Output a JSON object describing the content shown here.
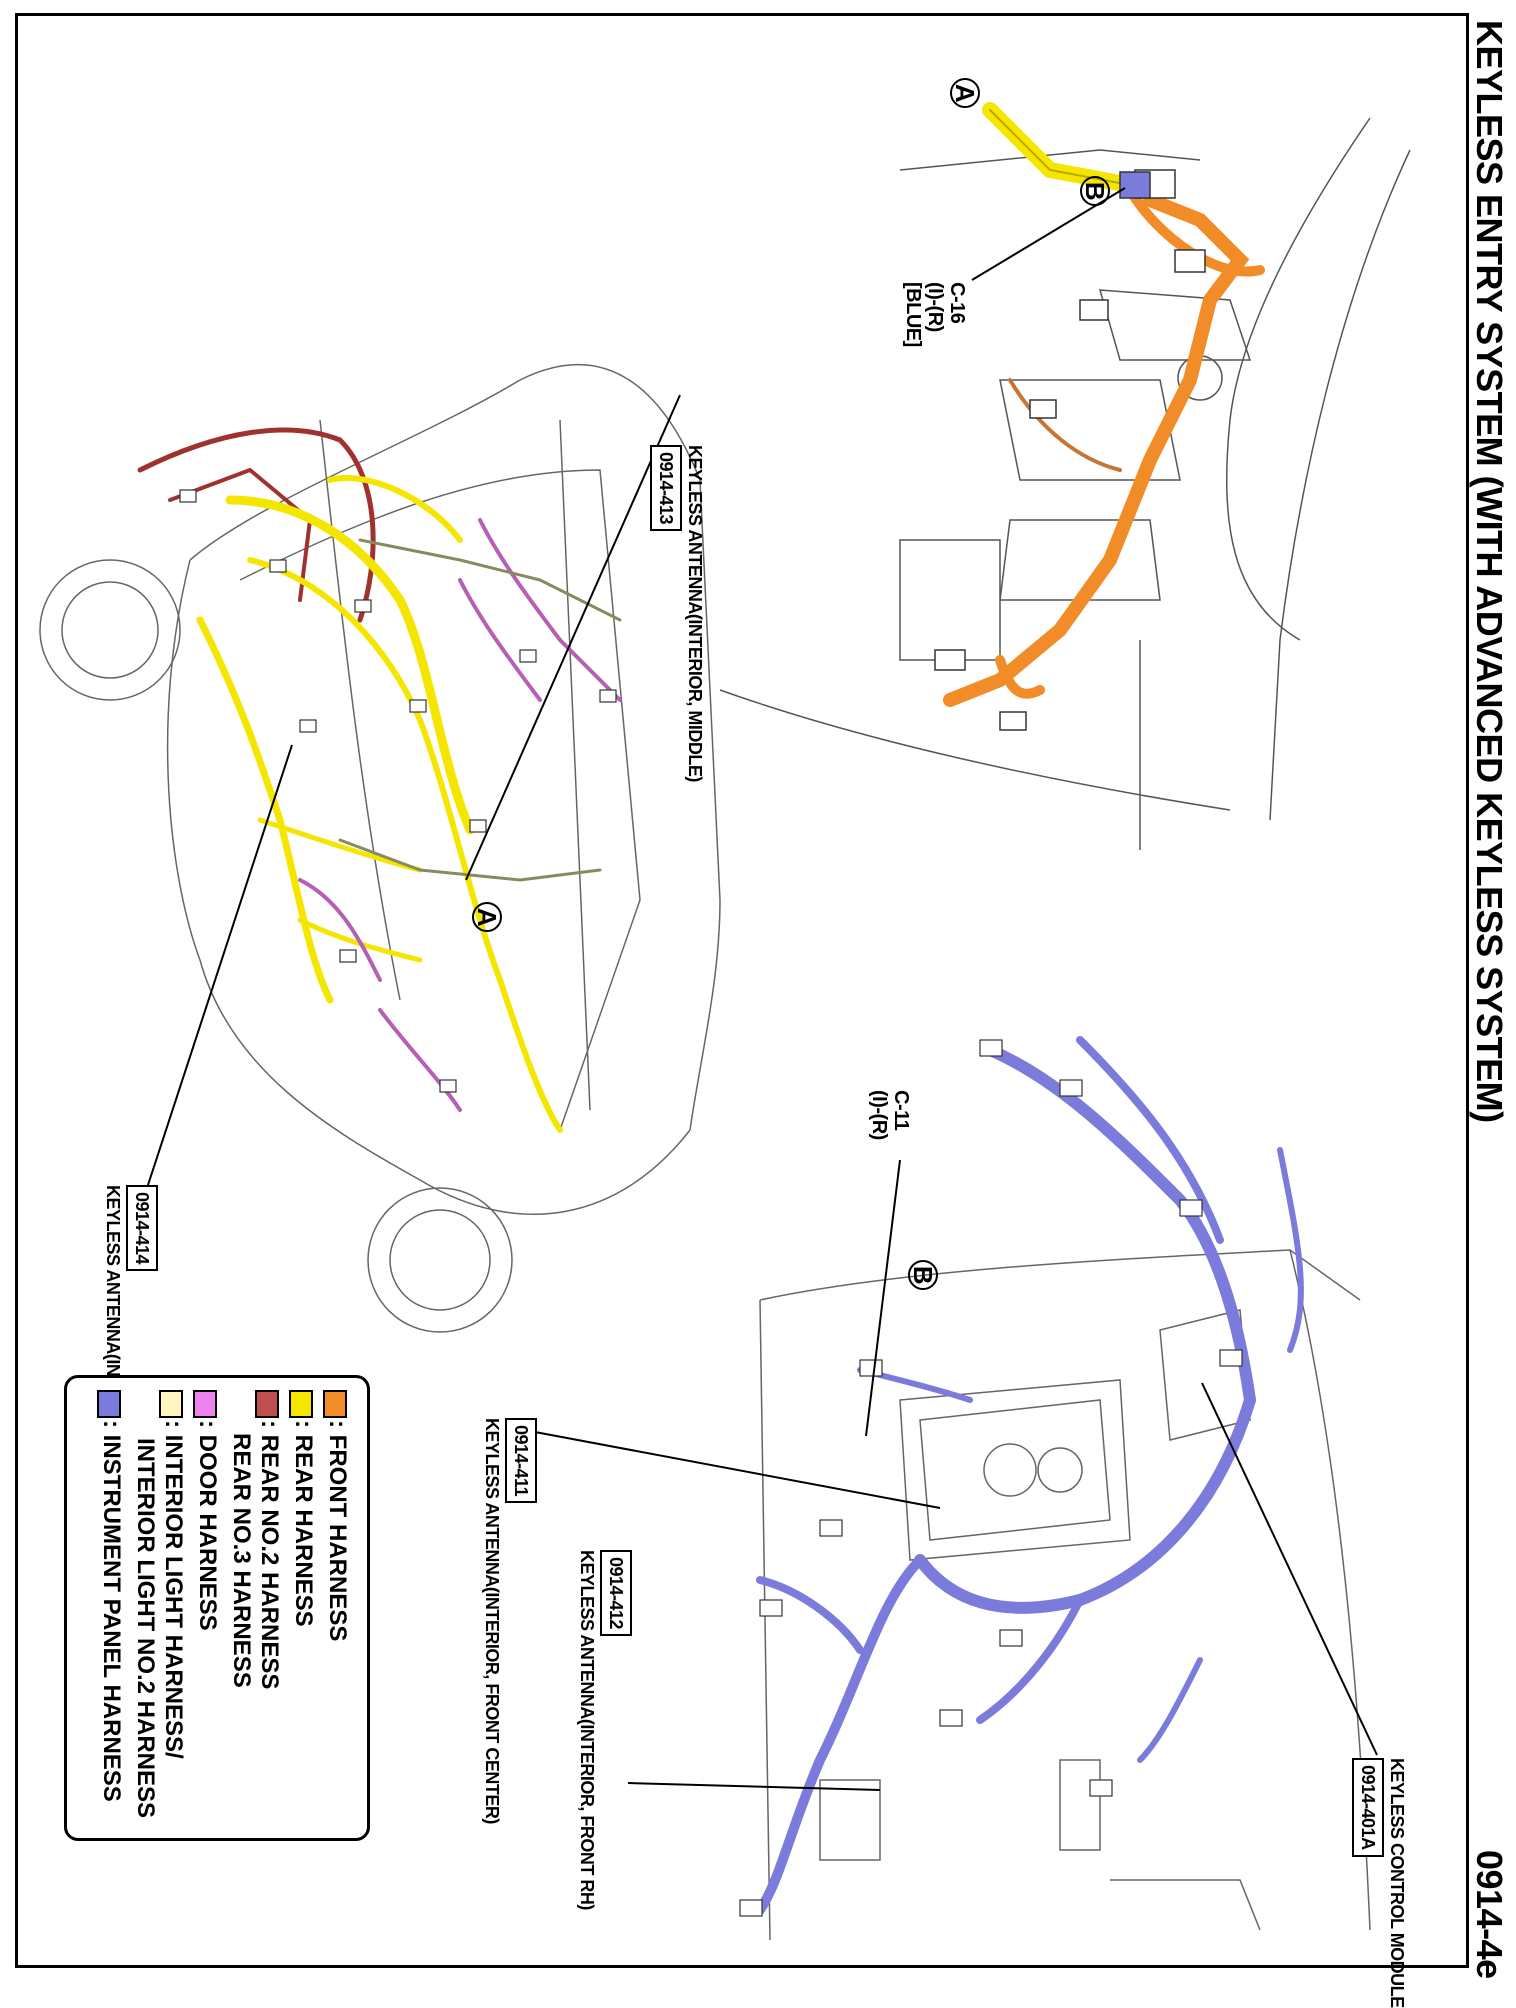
{
  "header": {
    "title": "KEYLESS ENTRY SYSTEM (WITH ADVANCED KEYLESS SYSTEM)",
    "page_code": "0914-4e"
  },
  "callouts": {
    "c16": {
      "id": "C-16",
      "pos": "(I)-(R)",
      "color": "[BLUE]"
    },
    "c11": {
      "id": "C-11",
      "pos": "(I)-(R)"
    },
    "ref_a": "A",
    "ref_b": "B"
  },
  "parts": {
    "middle": {
      "code": "0914-413",
      "name": "KEYLESS ANTENNA(INTERIOR, MIDDLE)"
    },
    "rear": {
      "code": "0914-414",
      "name": "KEYLESS ANTENNA(INTERIOR, REAR)"
    },
    "front_center": {
      "code": "0914-411",
      "name": "KEYLESS ANTENNA(INTERIOR, FRONT CENTER)"
    },
    "front_rh": {
      "code": "0914-412",
      "name": "KEYLESS ANTENNA(INTERIOR, FRONT RH)"
    },
    "control_module": {
      "code": "0914-401A",
      "name": "KEYLESS CONTROL MODULE"
    }
  },
  "legend": {
    "items": [
      {
        "label": ": FRONT HARNESS",
        "color": "#f28c28"
      },
      {
        "label": ": REAR HARNESS",
        "color": "#f5e600"
      },
      {
        "label": ": REAR NO.2 HARNESS",
        "label2": "REAR NO.3 HARNESS",
        "color": "#c0504d"
      },
      {
        "label": ": DOOR HARNESS",
        "color": "#ee82ee"
      },
      {
        "label": ": INTERIOR LIGHT HARNESS/",
        "label2": "INTERIOR LIGHT NO.2 HARNESS",
        "color": "#fff5c0"
      },
      {
        "label": ": INSTRUMENT PANEL HARNESS",
        "color": "#7b7bdc"
      }
    ]
  }
}
